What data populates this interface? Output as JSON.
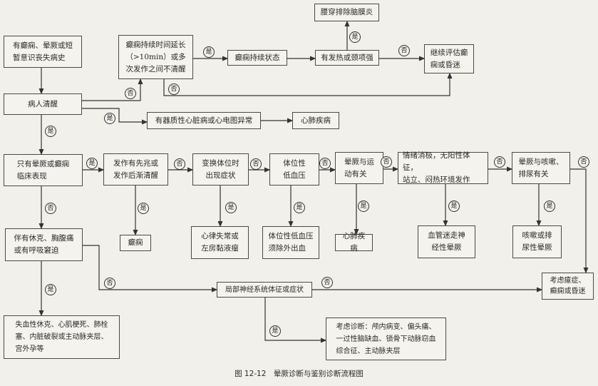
{
  "nodes": {
    "b1": "有癫痫、晕厥或短\n暂意识丧失病史",
    "b2": "病人清醒",
    "b3": "癫痫持续时间延长\n（>10min）或多\n次发作之间不清醒",
    "b4": "癫痫持续状态",
    "b5": "有发热或颈项强",
    "b6": "腰穿排除脑膜炎",
    "b7": "继续评估癫\n痫或昏迷",
    "b8": "有器质性心脏病或心电图异常",
    "b9": "心肺疾病",
    "b10": "只有晕厥或癫痫\n临床表现",
    "b11": "发作有先兆或\n发作后渐清醒",
    "b12": "变换体位时\n出现症状",
    "b13": "体位性\n低血压",
    "b14": "晕厥与运\n动有关",
    "b15": "情绪消极，无阳性体征，\n站立、闷热环境发作",
    "b16": "晕厥与咳嗽、\n排尿有关",
    "b17": "伴有休克、胸腹痛\n或有呼吸窘迫",
    "b18": "癫痫",
    "b19": "心律失常或\n左房黏液瘤",
    "b20": "体位性低血压\n须除外出血",
    "b21": "心肺疾病",
    "b22": "血管迷走神\n经性晕厥",
    "b23": "咳嗽或排\n尿性晕厥",
    "b24": "局部神经系统体征或症状",
    "b25": "考虑癔症、\n癫痫或昏迷",
    "b26": "失血性休克、心肌梗死、肺栓\n塞、内脏破裂或主动脉夹层、\n宫外孕等",
    "b27": "考虑诊断：颅内病变、偏头痛、\n一过性脑缺血、锁骨下动脉窃血\n综合征、主动脉夹层"
  },
  "labels": {
    "yes": "是",
    "no": "否"
  },
  "caption": "图 12-12　晕厥诊断与鉴别诊断流程图",
  "colors": {
    "background": "#f2f0eb",
    "line": "#333333"
  }
}
